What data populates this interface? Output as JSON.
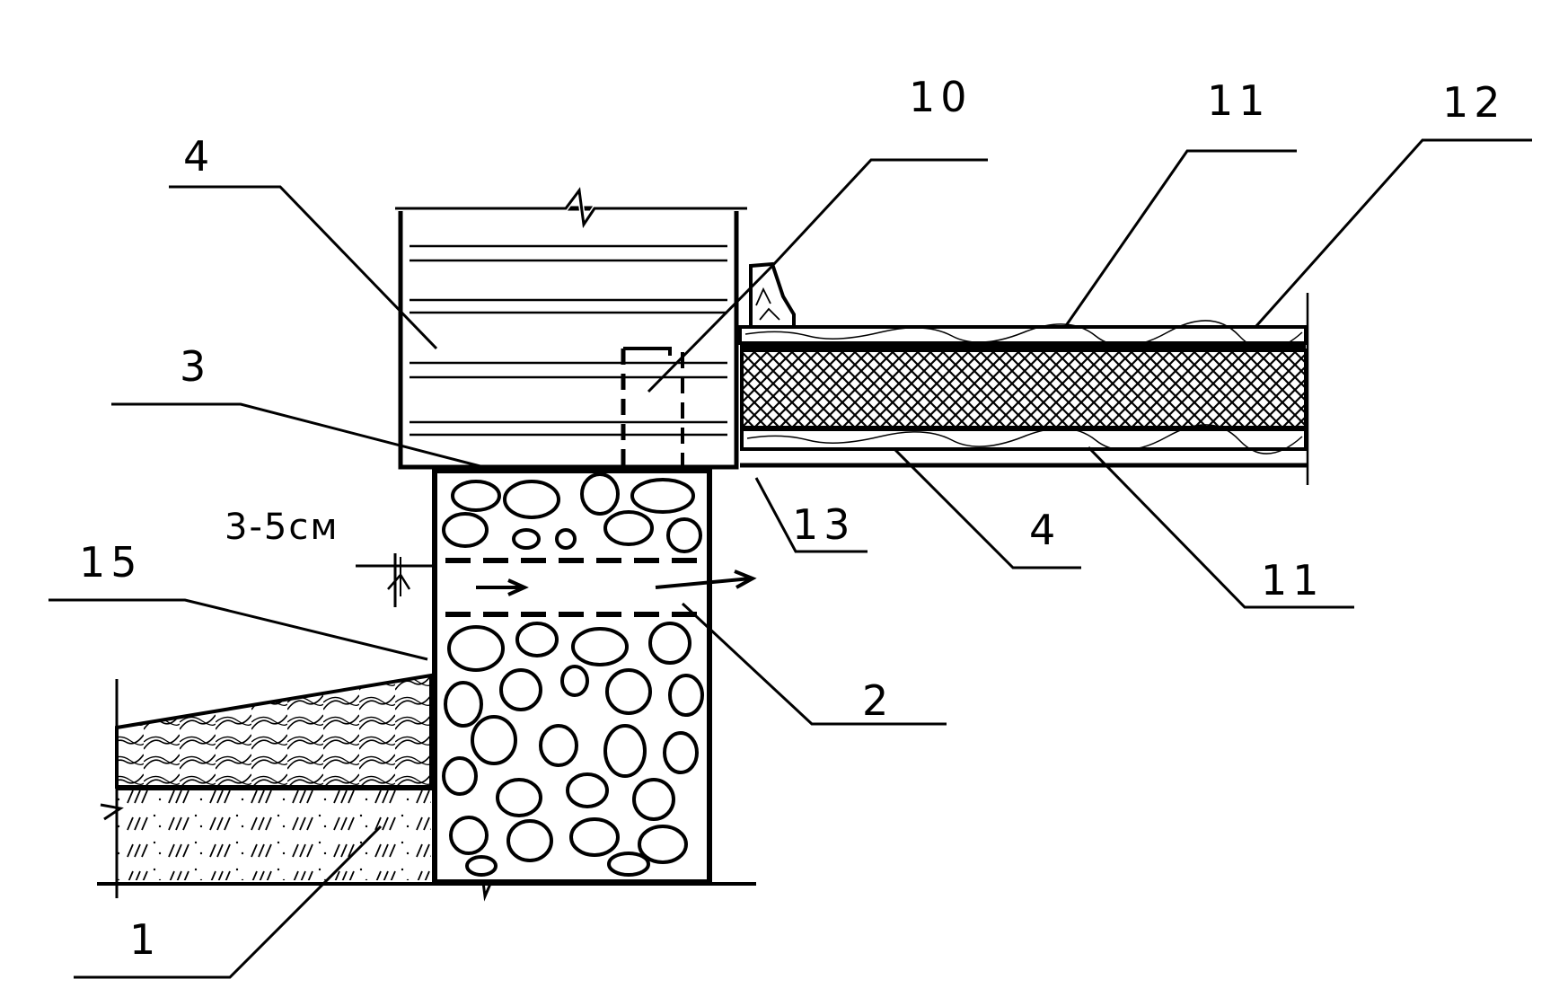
{
  "labels": {
    "l4_top": "4",
    "l10": "10",
    "l11_top": "11",
    "l12": "12",
    "l3": "3",
    "l13": "13",
    "l4_bottom": "4",
    "l11_bottom": "11",
    "l15": "15",
    "l2": "2",
    "l1": "1"
  },
  "dimension": "3-5см"
}
